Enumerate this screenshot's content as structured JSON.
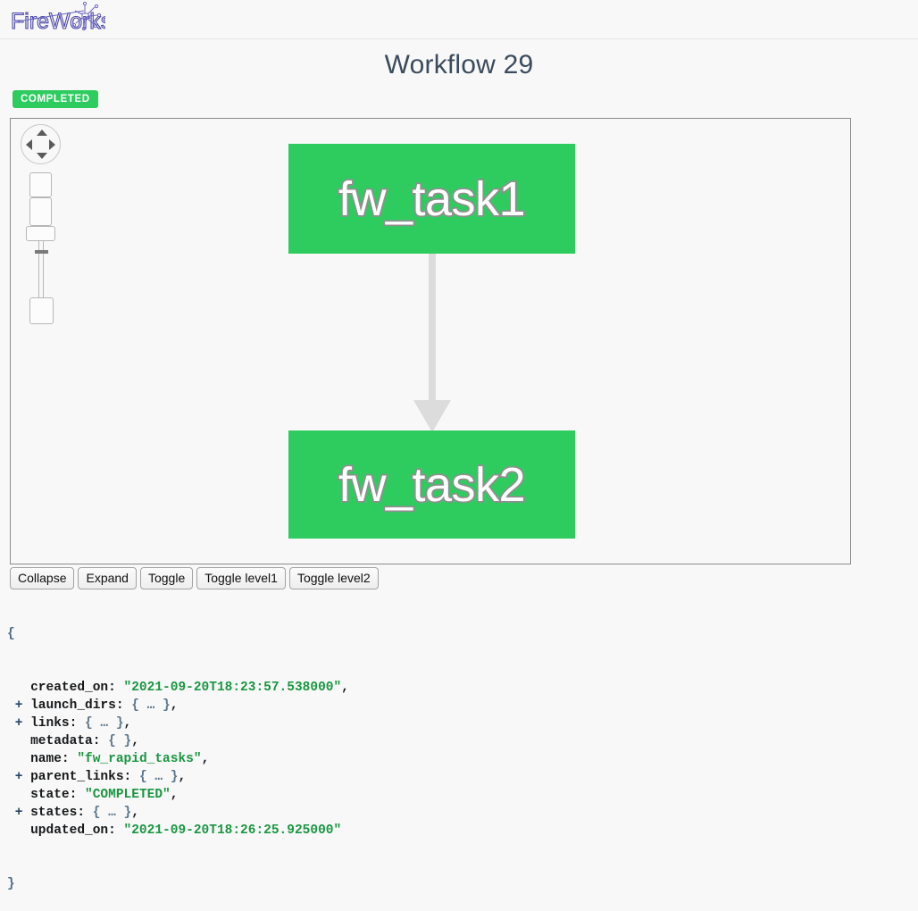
{
  "header": {
    "logo_text": "FireWorks",
    "logo_icon": "firework-burst-icon"
  },
  "page": {
    "title": "Workflow 29",
    "status_badge": "COMPLETED"
  },
  "graph": {
    "controls": {
      "pan_dial": "pan-dial",
      "pan_up": "pan-up-arrow",
      "pan_down": "pan-down-arrow",
      "pan_left": "pan-left-arrow",
      "pan_right": "pan-right-arrow",
      "zoom_in": "zoom-in-button",
      "zoom_out": "zoom-out-button",
      "zoom_handle": "zoom-slider-handle",
      "zoom_reset": "zoom-reset-button"
    },
    "node_color": "#2ecc5f",
    "edge_color": "#dcdcdc",
    "nodes": [
      {
        "id": "node-1",
        "label": "fw_task1"
      },
      {
        "id": "node-2",
        "label": "fw_task2"
      }
    ],
    "edges": [
      {
        "from": "fw_task1",
        "to": "fw_task2"
      }
    ]
  },
  "toolbar": {
    "buttons": [
      {
        "name": "collapse-button",
        "label": "Collapse"
      },
      {
        "name": "expand-button",
        "label": "Expand"
      },
      {
        "name": "toggle-button",
        "label": "Toggle"
      },
      {
        "name": "toggle-level1-button",
        "label": "Toggle level1"
      },
      {
        "name": "toggle-level2-button",
        "label": "Toggle level2"
      }
    ]
  },
  "json_viewer": {
    "open_brace": "{",
    "close_brace": "}",
    "rows": [
      {
        "expander": "",
        "key": "created_on",
        "value": "\"2021-09-20T18:23:57.538000\"",
        "value_type": "string",
        "trailing": ","
      },
      {
        "expander": "+",
        "key": "launch_dirs",
        "value": "{ … }",
        "value_type": "object",
        "trailing": ","
      },
      {
        "expander": "+",
        "key": "links",
        "value": "{ … }",
        "value_type": "object",
        "trailing": ","
      },
      {
        "expander": "",
        "key": "metadata",
        "value": "{ }",
        "value_type": "object",
        "trailing": ","
      },
      {
        "expander": "",
        "key": "name",
        "value": "\"fw_rapid_tasks\"",
        "value_type": "string",
        "trailing": ","
      },
      {
        "expander": "+",
        "key": "parent_links",
        "value": "{ … }",
        "value_type": "object",
        "trailing": ","
      },
      {
        "expander": "",
        "key": "state",
        "value": "\"COMPLETED\"",
        "value_type": "string",
        "trailing": ","
      },
      {
        "expander": "+",
        "key": "states",
        "value": "{ … }",
        "value_type": "object",
        "trailing": ","
      },
      {
        "expander": "",
        "key": "updated_on",
        "value": "\"2021-09-20T18:26:25.925000\"",
        "value_type": "string",
        "trailing": ""
      }
    ]
  },
  "colors": {
    "accent_green": "#2ecc5f",
    "title": "#3b4b5c",
    "logo": "#4a46a8",
    "json_string": "#1a9642",
    "panel_border": "#8b8b8b"
  }
}
